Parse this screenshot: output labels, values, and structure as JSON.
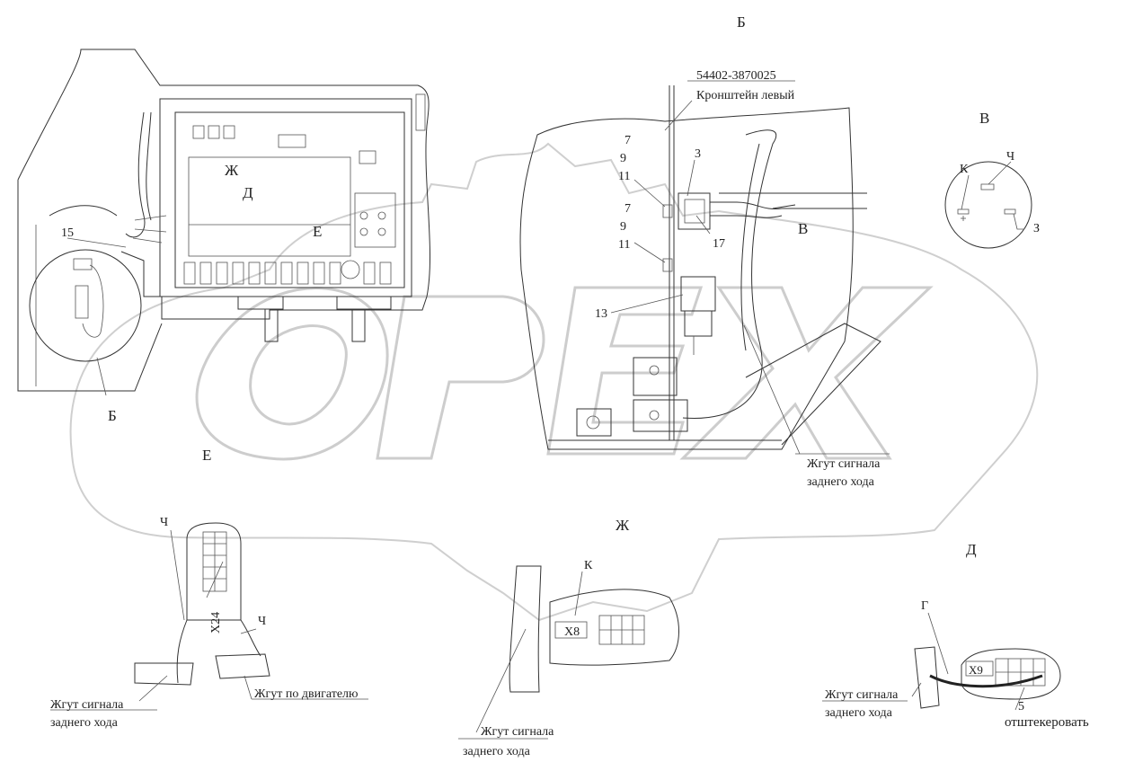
{
  "views": {
    "view_b_top": "Б",
    "view_b_left": "Б",
    "view_v": "В",
    "view_v_arrow": "В",
    "view_e_label": "Е",
    "view_e_title": "Е",
    "view_zh_label": "Ж",
    "view_zh_title": "Ж",
    "view_d_label": "Д",
    "view_d_title": "Д"
  },
  "callouts": {
    "part_number": "54402-3870025",
    "bracket_left": "Кронштейн левый",
    "c7a": "7",
    "c9a": "9",
    "c11a": "11",
    "c7b": "7",
    "c9b": "9",
    "c11b": "11",
    "c3": "3",
    "c17": "17",
    "c13": "13",
    "c15": "15",
    "k_v": "К",
    "ch_v": "Ч",
    "z3_v": "З",
    "ch_e1": "Ч",
    "ch_e2": "Ч",
    "k_zh": "К",
    "g_d": "Г",
    "c5": "5"
  },
  "connectors": {
    "x24": "X24",
    "x8": "X8",
    "x9": "X9"
  },
  "harness_labels": {
    "reverse_signal_1_l1": "Жгут сигнала",
    "reverse_signal_1_l2": "заднего хода",
    "reverse_signal_e_l1": "Жгут сигнала",
    "reverse_signal_e_l2": "заднего хода",
    "engine_harness": "Жгут по двигателю",
    "reverse_signal_zh_l1": "Жгут сигнала",
    "reverse_signal_zh_l2": "заднего хода",
    "reverse_signal_d_l1": "Жгут сигнала",
    "reverse_signal_d_l2": "заднего хода",
    "unplug_note": "отштекеровать"
  },
  "watermark": {
    "text": "OPEX"
  }
}
